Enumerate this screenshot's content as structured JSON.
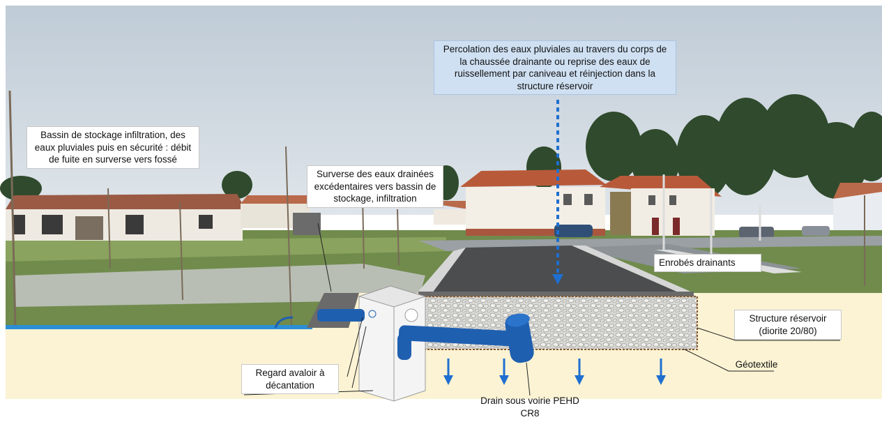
{
  "labels": {
    "percolation": "Percolation des eaux pluviales au travers du corps de la chaussée drainante ou reprise des eaux de ruissellement par caniveau et réinjection dans la structure réservoir",
    "bassin": "Bassin de stockage infiltration, des eaux pluviales puis en sécurité : débit de fuite en surverse vers fossé",
    "surverse": "Surverse des eaux drainées excédentaires vers bassin de stockage, infiltration",
    "enrobes": "Enrobés drainants",
    "structure": "Structure réservoir (diorite 20/80)",
    "geotextile": "Géotextile",
    "regard": "Regard avaloir à décantation",
    "drain": "Drain sous voirie PEHD CR8"
  },
  "colors": {
    "sky": "#c9d4dc",
    "grass": "#6f8a4a",
    "asphalt": "#4a4c4e",
    "soil": "#fbf3d3",
    "pipe": "#1f5fb0",
    "arrow": "#1f6fd0",
    "callout_blue": "#cfe0f2",
    "roof": "#b85a3a",
    "wall": "#f4efe6"
  },
  "icons": [
    "infiltration-arrow-icon",
    "percolation-arrow-icon"
  ]
}
